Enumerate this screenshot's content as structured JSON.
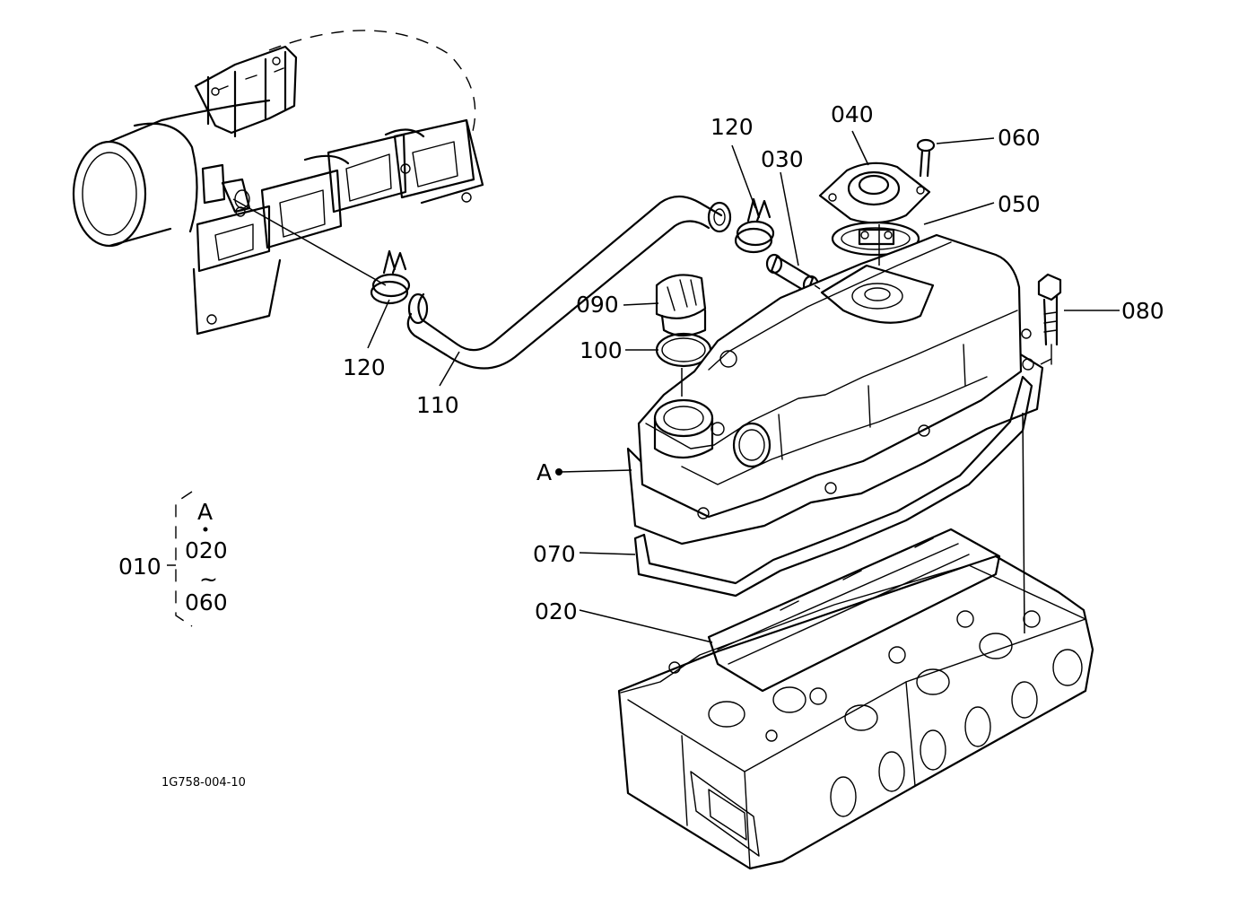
{
  "callouts": {
    "c010": "010",
    "c020": "020",
    "c030": "030",
    "c040": "040",
    "c050": "050",
    "c060": "060",
    "c070": "070",
    "c080": "080",
    "c090": "090",
    "c100": "100",
    "c110": "110",
    "c120a": "120",
    "c120b": "120",
    "cA": "A"
  },
  "assembly_key": {
    "ref": "A",
    "from": "020",
    "tilde": "~",
    "to": "060"
  },
  "drawing_ref": "1G758-004-10"
}
